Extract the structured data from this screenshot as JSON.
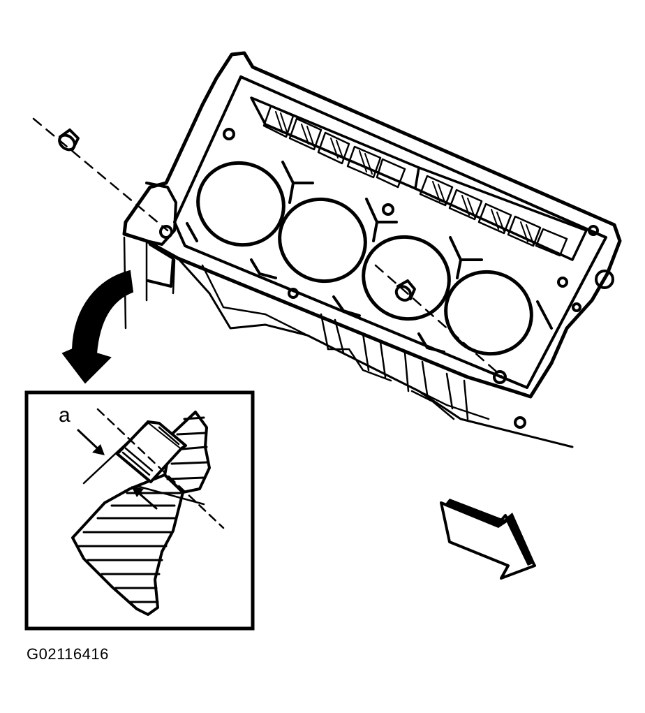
{
  "figure": {
    "id_label": "G02116416",
    "callout_letter": "a",
    "ink_color": "#000000",
    "background_color": "#ffffff"
  },
  "block": {
    "cylinder_count": 4,
    "dowel_count": 2
  },
  "icons": {
    "detail_arrow": "curved-arrow-icon",
    "front_arrow": "direction-arrow-icon"
  }
}
